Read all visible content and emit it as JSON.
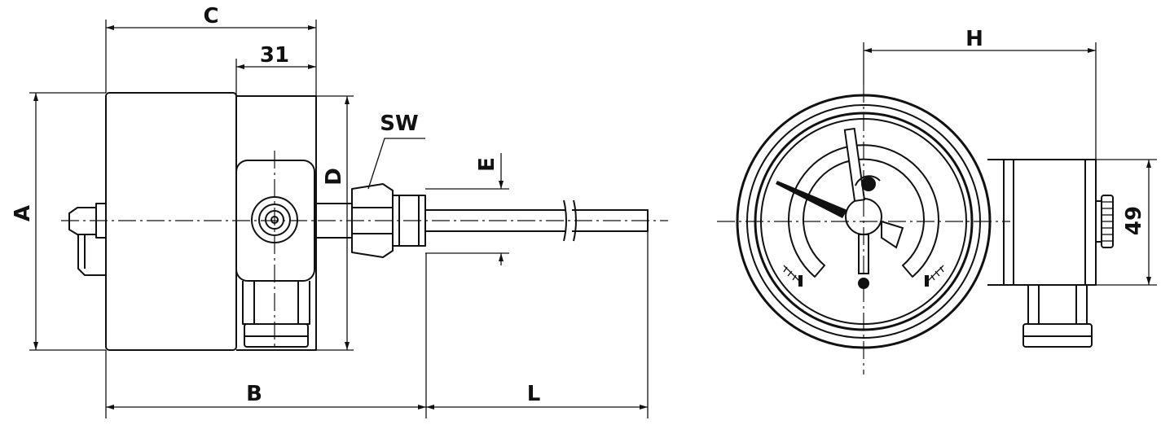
{
  "labels": {
    "C": "C",
    "dim31": "31",
    "SW": "SW",
    "E": "E",
    "D": "D",
    "A": "A",
    "B": "B",
    "L": "L",
    "H": "H",
    "dim49": "49"
  },
  "colors": {
    "line": "#111111",
    "background": "#ffffff"
  }
}
